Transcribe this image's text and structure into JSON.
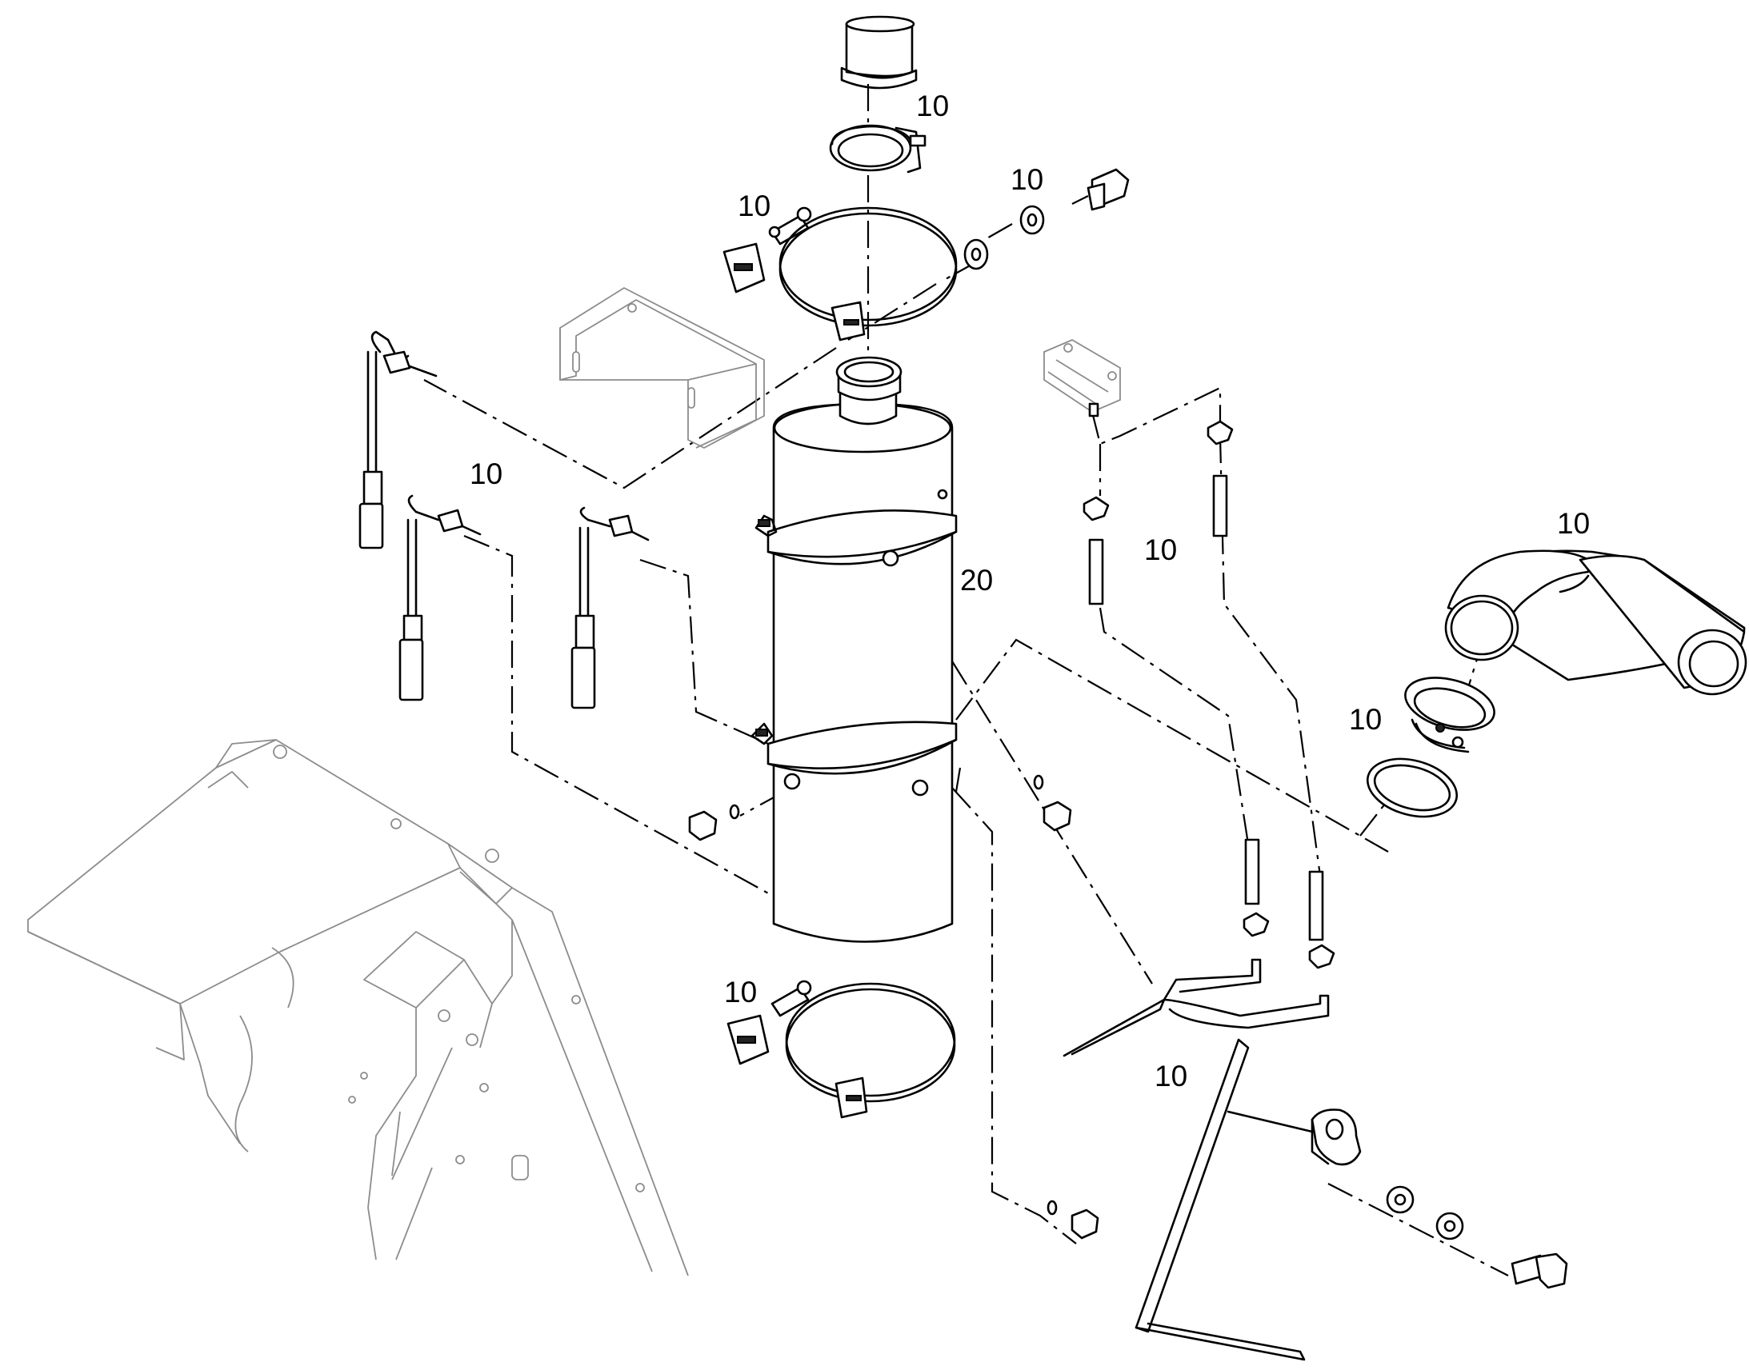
{
  "labels": {
    "top_clamp": "10",
    "bolt_top": "10",
    "upper_strap": "10",
    "sensors_left": "10",
    "sensor_lines_right": "10",
    "elbow_pipe": "10",
    "elbow_clamp": "10",
    "main_silencer": "20",
    "lower_strap": "10",
    "support_bracket": "10"
  }
}
